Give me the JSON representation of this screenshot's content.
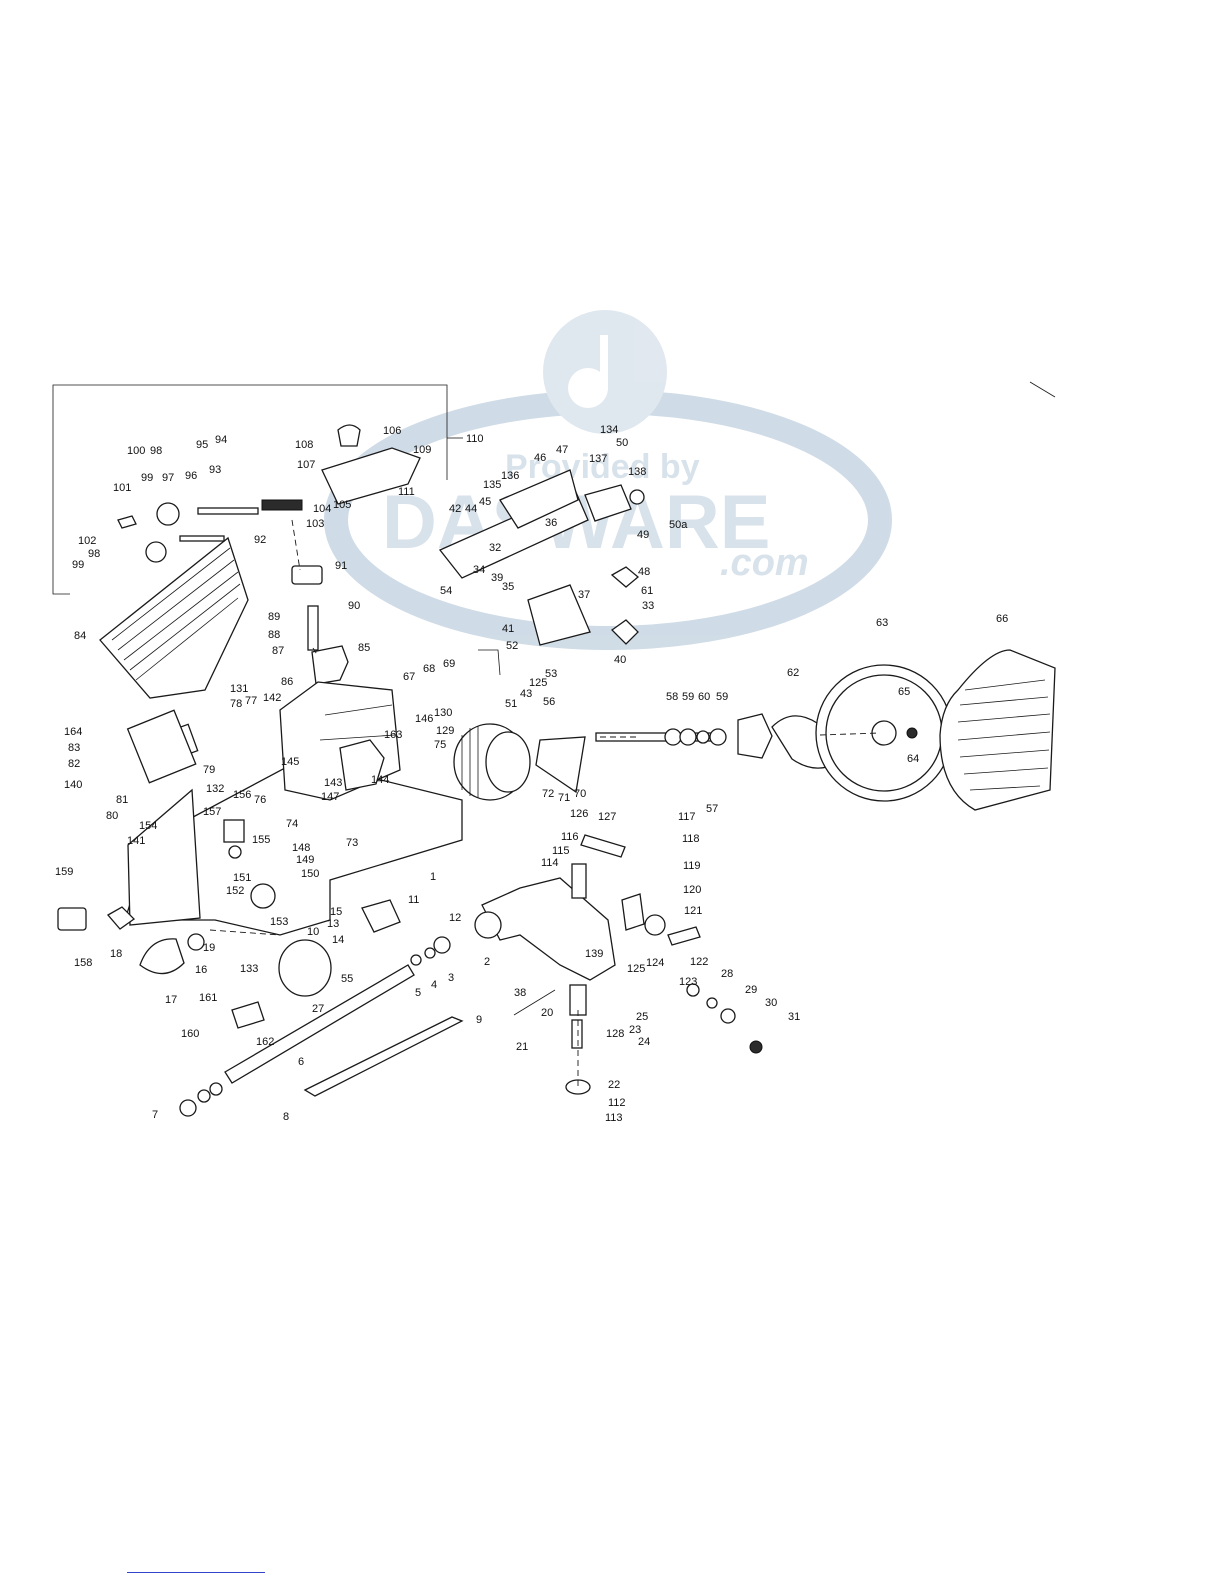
{
  "watermark": {
    "line1": "Provided by",
    "line2": "DASWARE",
    "line3": ".com",
    "logo_icon": "music-note-disc-icon",
    "color": "#a9bfd2"
  },
  "diagram": {
    "ink_color": "#1a1a1a",
    "group_label": "110",
    "callouts": [
      "1",
      "2",
      "3",
      "4",
      "5",
      "6",
      "7",
      "8",
      "9",
      "10",
      "11",
      "12",
      "13",
      "14",
      "15",
      "16",
      "17",
      "18",
      "19",
      "20",
      "21",
      "22",
      "23",
      "24",
      "25",
      "27",
      "28",
      "29",
      "30",
      "31",
      "32",
      "33",
      "34",
      "35",
      "36",
      "37",
      "38",
      "39",
      "40",
      "41",
      "42",
      "43",
      "44",
      "45",
      "46",
      "47",
      "48",
      "49",
      "50",
      "50a",
      "51",
      "52",
      "53",
      "54",
      "55",
      "56",
      "57",
      "58",
      "59",
      "60",
      "61",
      "62",
      "63",
      "64",
      "65",
      "66",
      "67",
      "68",
      "69",
      "70",
      "71",
      "72",
      "73",
      "74",
      "75",
      "76",
      "77",
      "78",
      "79",
      "80",
      "81",
      "82",
      "83",
      "84",
      "85",
      "86",
      "87",
      "88",
      "89",
      "90",
      "91",
      "92",
      "93",
      "94",
      "95",
      "96",
      "97",
      "98",
      "99",
      "100",
      "101",
      "102",
      "103",
      "104",
      "105",
      "106",
      "107",
      "108",
      "109",
      "111",
      "112",
      "113",
      "114",
      "115",
      "116",
      "117",
      "118",
      "119",
      "120",
      "121",
      "122",
      "123",
      "124",
      "125",
      "126",
      "127",
      "128",
      "129",
      "130",
      "131",
      "132",
      "133",
      "134",
      "135",
      "136",
      "137",
      "138",
      "139",
      "140",
      "141",
      "142",
      "143",
      "144",
      "145",
      "146",
      "147",
      "148",
      "149",
      "150",
      "151",
      "152",
      "153",
      "154",
      "155",
      "156",
      "157",
      "158",
      "159",
      "160",
      "161",
      "162",
      "163",
      "164"
    ]
  }
}
